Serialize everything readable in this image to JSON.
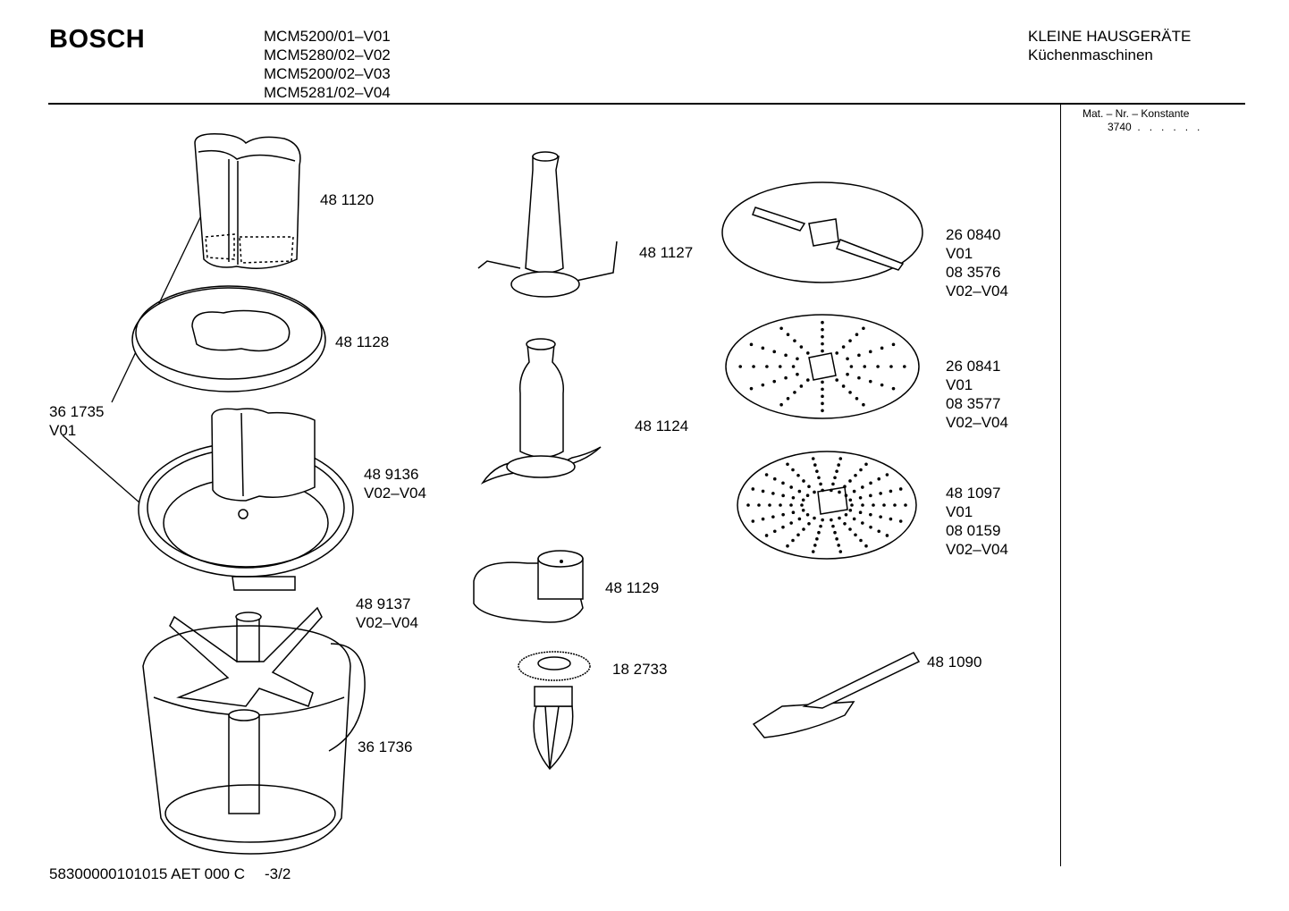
{
  "header": {
    "brand": "BOSCH",
    "models": [
      "MCM5200/01–V01",
      "MCM5280/02–V02",
      "MCM5200/02–V03",
      "MCM5281/02–V04"
    ],
    "category": "KLEINE HAUSGERÄTE",
    "subcategory": "Küchenmaschinen"
  },
  "side_panel": {
    "heading": "Mat. – Nr. – Konstante",
    "constant": "3740",
    "dots": ".   .   .   .   .   ."
  },
  "parts": [
    {
      "id": "pusher",
      "lines": [
        "48 1120"
      ]
    },
    {
      "id": "pusher-lid",
      "lines": [
        "48 1128"
      ]
    },
    {
      "id": "bowl-set",
      "lines": [
        "36 1735",
        "V01"
      ]
    },
    {
      "id": "bowl-lid",
      "lines": [
        "48 9136",
        "V02–V04"
      ]
    },
    {
      "id": "blade-insert",
      "lines": [
        "48 9137",
        "V02–V04"
      ]
    },
    {
      "id": "bowl",
      "lines": [
        "36 1736"
      ]
    },
    {
      "id": "beater-tool",
      "lines": [
        "48 1127"
      ]
    },
    {
      "id": "knife-tool",
      "lines": [
        "48 1124"
      ]
    },
    {
      "id": "gear-cover",
      "lines": [
        "48 1129"
      ]
    },
    {
      "id": "whisk",
      "lines": [
        "18 2733"
      ]
    },
    {
      "id": "slicing-disc",
      "lines": [
        "26 0840",
        "V01",
        "08 3576",
        "V02–V04"
      ]
    },
    {
      "id": "shredding-disc",
      "lines": [
        "26 0841",
        "V01",
        "08 3577",
        "V02–V04"
      ]
    },
    {
      "id": "grating-disc",
      "lines": [
        "48 1097",
        "V01",
        "08 0159",
        "V02–V04"
      ]
    },
    {
      "id": "spatula",
      "lines": [
        "48 1090"
      ]
    }
  ],
  "footer": {
    "doc_number": "58300000101015 AET 000 C",
    "page": "-3/2"
  }
}
